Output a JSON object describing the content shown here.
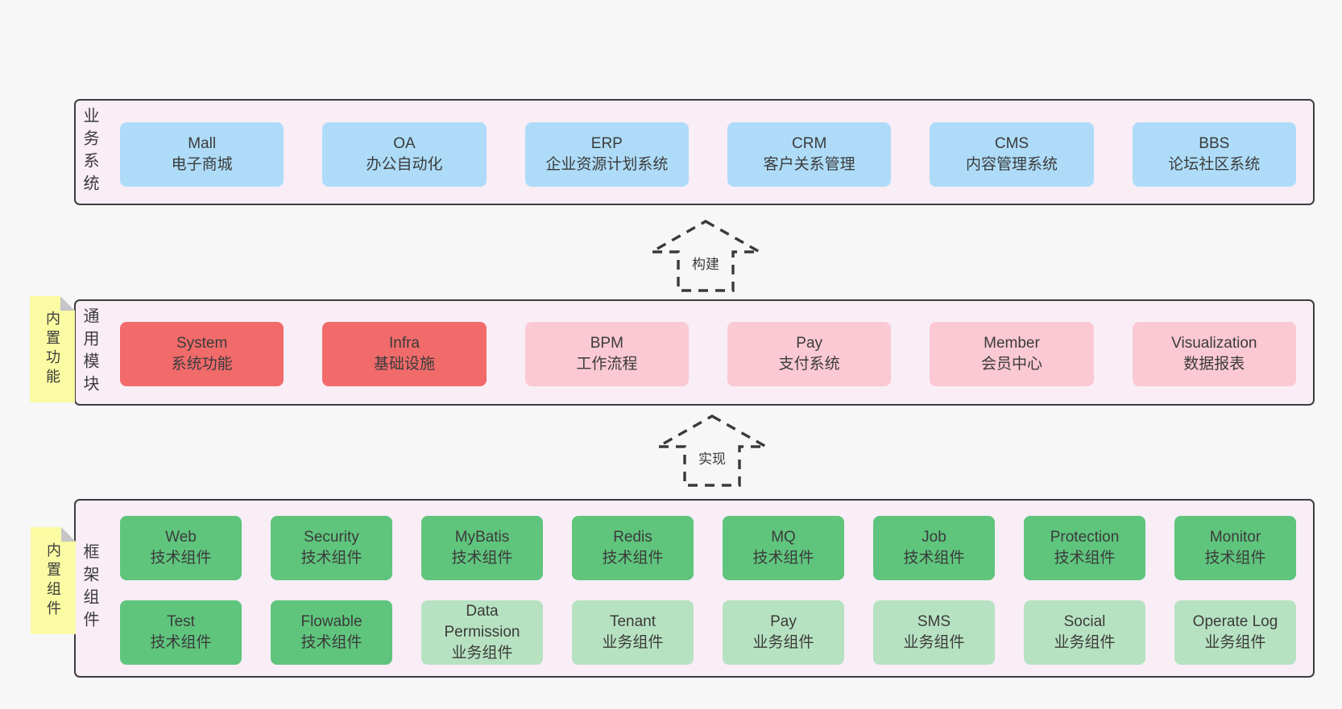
{
  "colors": {
    "page_bg": "#f7f7f7",
    "container_bg": "#f9edf6",
    "container_border": "#3d3d3d",
    "text": "#3b3b3b",
    "arrow_stroke": "#3a3a3a",
    "yellow": "#fbfba3",
    "fold_gray": "#c6c6ca",
    "blue": "#aedcf8",
    "red": "#f16b6b",
    "pink": "#fbc9d4",
    "green": "#5fc57d",
    "lightgreen": "#b7e2c1"
  },
  "layers": [
    {
      "id": "business-systems",
      "label": "业务系统",
      "sticky": null,
      "rows": [
        [
          {
            "title": "Mall",
            "subtitle": "电子商城",
            "variant": "blue"
          },
          {
            "title": "OA",
            "subtitle": "办公自动化",
            "variant": "blue"
          },
          {
            "title": "ERP",
            "subtitle": "企业资源计划系统",
            "variant": "blue"
          },
          {
            "title": "CRM",
            "subtitle": "客户关系管理",
            "variant": "blue"
          },
          {
            "title": "CMS",
            "subtitle": "内容管理系统",
            "variant": "blue"
          },
          {
            "title": "BBS",
            "subtitle": "论坛社区系统",
            "variant": "blue"
          }
        ]
      ]
    },
    {
      "id": "common-modules",
      "label": "通用模块",
      "sticky": "内置功能",
      "rows": [
        [
          {
            "title": "System",
            "subtitle": "系统功能",
            "variant": "red"
          },
          {
            "title": "Infra",
            "subtitle": "基础设施",
            "variant": "red"
          },
          {
            "title": "BPM",
            "subtitle": "工作流程",
            "variant": "pink"
          },
          {
            "title": "Pay",
            "subtitle": "支付系统",
            "variant": "pink"
          },
          {
            "title": "Member",
            "subtitle": "会员中心",
            "variant": "pink"
          },
          {
            "title": "Visualization",
            "subtitle": "数据报表",
            "variant": "pink"
          }
        ]
      ]
    },
    {
      "id": "framework-components",
      "label": "框架组件",
      "sticky": "内置组件",
      "rows": [
        [
          {
            "title": "Web",
            "subtitle": "技术组件",
            "variant": "green"
          },
          {
            "title": "Security",
            "subtitle": "技术组件",
            "variant": "green"
          },
          {
            "title": "MyBatis",
            "subtitle": "技术组件",
            "variant": "green"
          },
          {
            "title": "Redis",
            "subtitle": "技术组件",
            "variant": "green"
          },
          {
            "title": "MQ",
            "subtitle": "技术组件",
            "variant": "green"
          },
          {
            "title": "Job",
            "subtitle": "技术组件",
            "variant": "green"
          },
          {
            "title": "Protection",
            "subtitle": "技术组件",
            "variant": "green"
          },
          {
            "title": "Monitor",
            "subtitle": "技术组件",
            "variant": "green"
          }
        ],
        [
          {
            "title": "Test",
            "subtitle": "技术组件",
            "variant": "green"
          },
          {
            "title": "Flowable",
            "subtitle": "技术组件",
            "variant": "green"
          },
          {
            "title": "Data Permission",
            "subtitle": "业务组件",
            "variant": "lightgreen"
          },
          {
            "title": "Tenant",
            "subtitle": "业务组件",
            "variant": "lightgreen"
          },
          {
            "title": "Pay",
            "subtitle": "业务组件",
            "variant": "lightgreen"
          },
          {
            "title": "SMS",
            "subtitle": "业务组件",
            "variant": "lightgreen"
          },
          {
            "title": "Social",
            "subtitle": "业务组件",
            "variant": "lightgreen"
          },
          {
            "title": "Operate Log",
            "subtitle": "业务组件",
            "variant": "lightgreen"
          }
        ]
      ]
    }
  ],
  "arrows": [
    {
      "label": "构建"
    },
    {
      "label": "实现"
    }
  ]
}
